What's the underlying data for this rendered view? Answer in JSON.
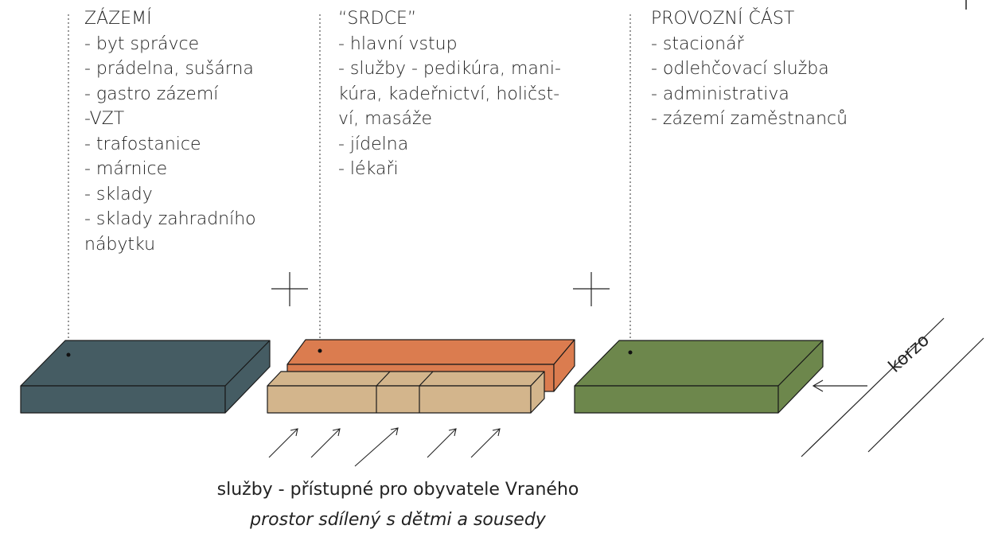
{
  "zones": {
    "left": {
      "title": "ZÁZEMÍ",
      "items": [
        "- byt správce",
        "- prádelna, sušárna",
        "- gastro zázemí",
        " -VZT",
        "- trafostanice",
        "- márnice",
        "- sklady",
        "- sklady zahradního",
        "nábytku"
      ]
    },
    "middle": {
      "title": "“SRDCE”",
      "items": [
        "- hlavní vstup",
        "- služby - pedikúra, mani-",
        "kúra, kadeřnictví, holičst-",
        "ví, masáže",
        "- jídelna",
        "- lékaři"
      ]
    },
    "right": {
      "title": "PROVOZNÍ ČÁST",
      "items": [
        "- stacionář",
        "- odlehčovací služba",
        "- administrativa",
        "- zázemí zaměstnanců"
      ]
    }
  },
  "korzo_label": "korzo",
  "caption_line1": "služby -  přístupné pro obyvatele Vraného",
  "caption_line2": "prostor sdílený s dětmi a sousedy",
  "colors": {
    "zazemi_block": "#455c63",
    "srdce_block": "#db7c4f",
    "services_block": "#d3b58c",
    "provoz_block": "#6d874c",
    "outline": "#1a1a1a"
  }
}
